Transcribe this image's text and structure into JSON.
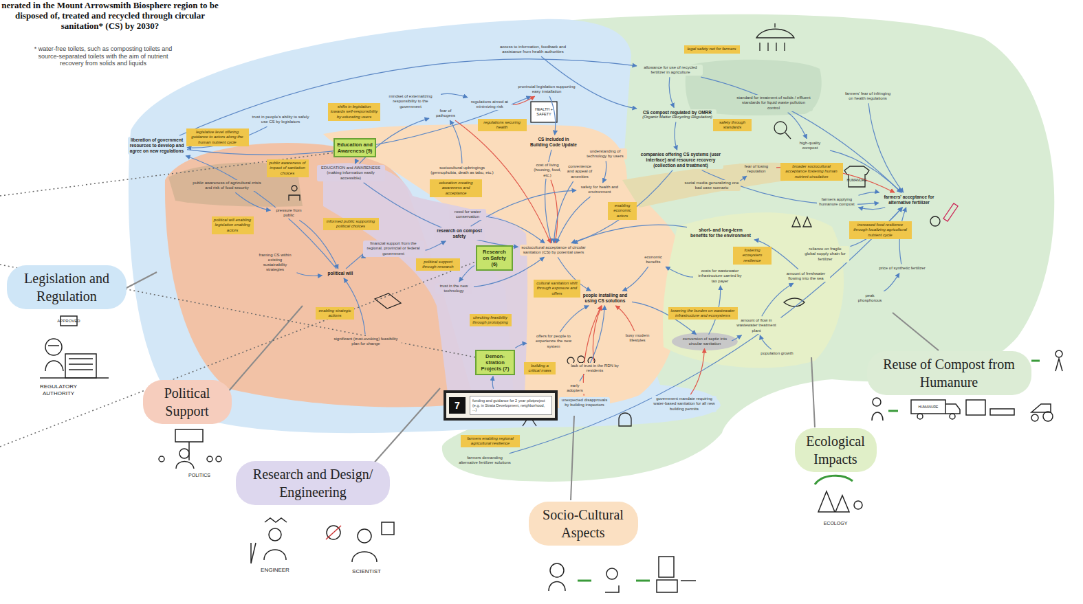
{
  "diagram": {
    "title": "nerated in the Mount Arrowsmith Biosphere region to be disposed of, treated and recycled through circular sanitation* (CS) by 2030?",
    "nodes": [
      {
        "text": [
          "access to information, feedback and assistance from health authorities"
        ]
      },
      {
        "text": [
          "allowance for use of recycled fertilizer in agriculture"
        ]
      },
      {
        "text": [
          "farmers' fear of infringing on health regulations"
        ]
      },
      {
        "text": [
          "mindset of externalizing responsibility to the government"
        ]
      },
      {
        "text": [
          "regulations aimed at minimizing risk"
        ]
      },
      {
        "text": [
          "provincial legislation supporting easy installation"
        ]
      },
      {
        "text": [
          "standard for treatment of solids / effluent standards for liquid waste pollution control"
        ]
      },
      {
        "text": [
          "CS compost regulated by OMRR",
          "(Organic Matter Recycling Regulation)"
        ]
      },
      {
        "text": [
          "trust in people's ability to safely use CS by legislators"
        ]
      },
      {
        "text": [
          "fear of pathogens"
        ]
      },
      {
        "text": [
          "liberation of government resources to develop and agree on new regulations"
        ]
      },
      {
        "text": [
          "CS included in Building Code Update"
        ]
      },
      {
        "text": [
          "understanding of technology by users"
        ]
      },
      {
        "text": [
          "high-quality compost"
        ]
      },
      {
        "text": [
          "companies offering CS systems (user interface) and resource recovery (collection and treatment)"
        ]
      },
      {
        "text": [
          "EDUCATION and AWARENESS (making information easily accessible)"
        ]
      },
      {
        "text": [
          "sociocultural upbringings (germophobia, death as tabu, etc.)"
        ]
      },
      {
        "text": [
          "cost of living (housing, food, etc.)"
        ]
      },
      {
        "text": [
          "convenience and appeal of amenities"
        ]
      },
      {
        "text": [
          "fear of losing reputation"
        ]
      },
      {
        "text": [
          "public awareness of agricultural crisis and risk of food security"
        ]
      },
      {
        "text": [
          "social media generalizing one bad case scenario"
        ]
      },
      {
        "text": [
          "safety for health and environment"
        ]
      },
      {
        "text": [
          "farmers applying humanure compost"
        ]
      },
      {
        "text": [
          "farmers' acceptance for alternative fertilizer"
        ]
      },
      {
        "text": [
          "pressure from public"
        ]
      },
      {
        "text": [
          "need for water conservation"
        ]
      },
      {
        "text": [
          "research on compost safety"
        ]
      },
      {
        "text": [
          "short- and long-term benefits for the environment"
        ]
      },
      {
        "text": [
          "financial support from the regional, provincial or federal government"
        ]
      },
      {
        "text": [
          "sociocultural acceptance of circular sanitation (CS) by potential users"
        ]
      },
      {
        "text": [
          "reliance on fragile global supply chain for fertilizer"
        ]
      },
      {
        "text": [
          "framing CS within existing sustainability strategies"
        ]
      },
      {
        "text": [
          "economic benefits"
        ]
      },
      {
        "text": [
          "political will"
        ]
      },
      {
        "text": [
          "price of synthetic fertilizer"
        ]
      },
      {
        "text": [
          "costs for wastewater infrastructure carried by tax payer"
        ]
      },
      {
        "text": [
          "amount of freshwater flowing into the sea"
        ]
      },
      {
        "text": [
          "trust in the new technology"
        ]
      },
      {
        "text": [
          "people installing and using CS solutions"
        ]
      },
      {
        "text": [
          "peak phosphorous"
        ]
      },
      {
        "text": [
          "amount of flow in wastewater treatment plant"
        ]
      },
      {
        "text": [
          "busy modern lifestyles"
        ]
      },
      {
        "text": [
          "offers for people to experience the new system"
        ]
      },
      {
        "text": [
          "significant (trust-evoking) feasibility plan for change"
        ]
      },
      {
        "text": [
          "conversion of septic into circular sanitation"
        ]
      },
      {
        "text": [
          "population growth"
        ]
      },
      {
        "text": [
          "lack of trust in the RDN by residents"
        ]
      },
      {
        "text": [
          "early adopters"
        ]
      },
      {
        "text": [
          "unexpected disapprovals by building inspectors"
        ]
      },
      {
        "text": [
          "government mandate requiring water-based sanitation for all new building permits"
        ]
      },
      {
        "text": [
          "farmers demanding alternative fertilizer solutions"
        ]
      },
      {
        "text": [
          "Education and Awareness (9)"
        ]
      },
      {
        "text": [
          "Research on Safety (6)"
        ]
      },
      {
        "text": [
          "Demon-stration Projects (7)"
        ]
      },
      {
        "text": [
          "7",
          "funding and guidance for 2 year pilotproject (e.g. in Strata Development, neighborhood, ...)"
        ]
      },
      {
        "text": [
          "legal safety net for farmers"
        ]
      },
      {
        "text": [
          "shifts in legislation towards self-responsibility by educating users"
        ]
      },
      {
        "text": [
          "legislative level offering guidance to actors along the human nutrient cycle"
        ]
      },
      {
        "text": [
          "regulations securing health"
        ]
      },
      {
        "text": [
          "safety through standards"
        ]
      },
      {
        "text": [
          "public awareness of impact of sanitation choices"
        ]
      },
      {
        "text": [
          "broader sociocultural acceptance fostering human nutrient circulation"
        ]
      },
      {
        "text": [
          "education creating awareness and acceptance"
        ]
      },
      {
        "text": [
          "political will enabling legislation enabling actors"
        ]
      },
      {
        "text": [
          "informed public supporting political choices"
        ]
      },
      {
        "text": [
          "enabling economic actors"
        ]
      },
      {
        "text": [
          "increased food resilience through localizing agricultural nutrient cycle"
        ]
      },
      {
        "text": [
          "political support through research"
        ]
      },
      {
        "text": [
          "fostering ecosystem resilience"
        ]
      },
      {
        "text": [
          "cultural sanitation shift through exposure and offers"
        ]
      },
      {
        "text": [
          "lowering the burden on wastewater infrastructure and ecosystems"
        ]
      },
      {
        "text": [
          "enabling strategic actions"
        ]
      },
      {
        "text": [
          "checking feasibility through prototyping"
        ]
      },
      {
        "text": [
          "building a critical mass"
        ]
      },
      {
        "text": [
          "farmers enabling regional agricultural resilience"
        ]
      },
      {
        "text": [
          "Legislation and Regulation"
        ]
      },
      {
        "text": [
          "Political Support"
        ]
      },
      {
        "text": [
          "Research and Design/ Engineering"
        ]
      },
      {
        "text": [
          "Socio-Cultural Aspects"
        ]
      },
      {
        "text": [
          "Ecological Impacts"
        ]
      },
      {
        "text": [
          "Reuse of Compost from Humanure"
        ]
      }
    ],
    "edges": [
      {
        "from": 10,
        "to": 5,
        "arrow": "to"
      },
      {
        "from": 10,
        "to": 1,
        "arrow": "to"
      },
      {
        "from": 0,
        "to": 7,
        "arrow": "to"
      },
      {
        "from": 3,
        "to": 4,
        "arrow": "to"
      },
      {
        "from": 4,
        "to": 5,
        "arrow": "to"
      },
      {
        "from": 5,
        "to": 11,
        "arrow": "to"
      },
      {
        "from": 1,
        "to": 7,
        "arrow": "to"
      },
      {
        "from": 1,
        "to": 24,
        "arrow": "to"
      },
      {
        "from": 2,
        "to": 24,
        "arrow": "to"
      },
      {
        "from": 6,
        "to": 13,
        "arrow": "to"
      },
      {
        "from": 7,
        "to": 14,
        "arrow": "to"
      },
      {
        "from": 13,
        "to": 24,
        "arrow": "to"
      },
      {
        "from": 14,
        "to": 24,
        "arrow": "to"
      },
      {
        "from": 14,
        "to": 30,
        "arrow": "to"
      },
      {
        "from": 11,
        "to": 30,
        "arrow": "to"
      },
      {
        "from": 9,
        "to": 30,
        "arrow": "to"
      },
      {
        "from": 16,
        "to": 9,
        "arrow": "to"
      },
      {
        "from": 17,
        "to": 30,
        "arrow": "to"
      },
      {
        "from": 18,
        "to": 30,
        "arrow": "to"
      },
      {
        "from": 12,
        "to": 22,
        "arrow": "to"
      },
      {
        "from": 22,
        "to": 30,
        "arrow": "to"
      },
      {
        "from": 15,
        "to": 9,
        "arrow": "to"
      },
      {
        "from": 15,
        "to": 30,
        "arrow": "to"
      },
      {
        "from": 52,
        "to": 15,
        "arrow": "to"
      },
      {
        "from": 20,
        "to": 25,
        "arrow": "to"
      },
      {
        "from": 25,
        "to": 34,
        "arrow": "to"
      },
      {
        "from": 32,
        "to": 34,
        "arrow": "to"
      },
      {
        "from": 34,
        "to": 29,
        "arrow": "to"
      },
      {
        "from": 29,
        "to": 27,
        "arrow": "to"
      },
      {
        "from": 27,
        "to": 22,
        "arrow": "to"
      },
      {
        "from": 38,
        "to": 30,
        "arrow": "to"
      },
      {
        "from": 26,
        "to": 30,
        "arrow": "to"
      },
      {
        "from": 30,
        "to": 39,
        "arrow": "to"
      },
      {
        "from": 43,
        "to": 39,
        "arrow": "to"
      },
      {
        "from": 42,
        "to": 39,
        "arrow": "to"
      },
      {
        "from": 47,
        "to": 39,
        "arrow": "to"
      },
      {
        "from": 48,
        "to": 39,
        "arrow": "to"
      },
      {
        "from": 39,
        "to": 45,
        "arrow": "to"
      },
      {
        "from": 45,
        "to": 41,
        "arrow": "to"
      },
      {
        "from": 41,
        "to": 37,
        "arrow": "to"
      },
      {
        "from": 37,
        "to": 28,
        "arrow": "to"
      },
      {
        "from": 36,
        "to": 33,
        "arrow": "to"
      },
      {
        "from": 45,
        "to": 36,
        "arrow": "to"
      },
      {
        "from": 33,
        "to": 39,
        "arrow": "to"
      },
      {
        "from": 28,
        "to": 30,
        "arrow": "to"
      },
      {
        "from": 19,
        "to": 24,
        "arrow": "to"
      },
      {
        "from": 21,
        "to": 19,
        "arrow": "to"
      },
      {
        "from": 23,
        "to": 24,
        "arrow": "to"
      },
      {
        "from": 31,
        "to": 24,
        "arrow": "to"
      },
      {
        "from": 35,
        "to": 24,
        "arrow": "to"
      },
      {
        "from": 40,
        "to": 35,
        "arrow": "to"
      },
      {
        "from": 46,
        "to": 41,
        "arrow": "to"
      },
      {
        "from": 44,
        "to": 34,
        "arrow": "to"
      },
      {
        "from": 54,
        "to": 43,
        "arrow": "to"
      },
      {
        "from": 51,
        "to": 24,
        "arrow": "to"
      },
      {
        "from": 49,
        "to": 39,
        "arrow": "to"
      },
      {
        "from": 50,
        "to": 45,
        "arrow": "to"
      },
      {
        "from": 24,
        "to": 23,
        "arrow": "to"
      },
      {
        "from": 34,
        "to": 10,
        "arrow": "to"
      },
      {
        "from": 8,
        "to": 10,
        "arrow": "to"
      },
      {
        "from": 53,
        "to": 38,
        "arrow": "to"
      },
      {
        "from": 55,
        "to": 54,
        "arrow": "to"
      }
    ],
    "labels": [
      "* water-free toilets, such as composting toilets and source-separated toilets with the aim of nutrient recovery from solids and liquids",
      "APPROVED",
      "REGULATORY AUTHORITY",
      "POLITICS",
      "ENGINEER",
      "SCIENTIST",
      "ECOLOGY",
      "HEALTH + SAFETY",
      "HUMANURE",
      "HUMANURE"
    ]
  }
}
